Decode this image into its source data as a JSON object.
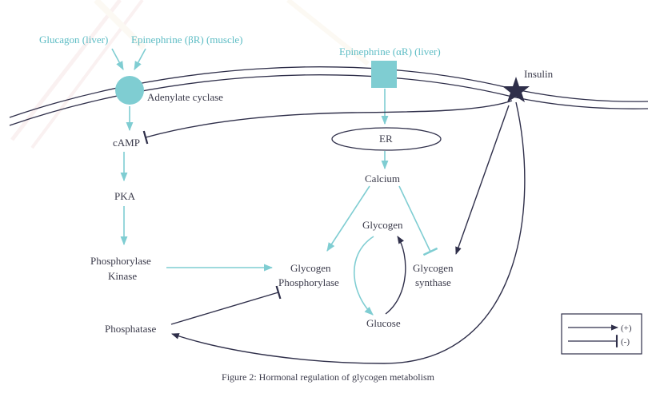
{
  "colors": {
    "teal": "#7fcdd2",
    "dark": "#2f2f4a",
    "text": "#3a3a4a"
  },
  "labels": {
    "glucagon": "Glucagon (liver)",
    "epi_beta": "Epinephrine (βR) (muscle)",
    "epi_alpha": "Epinephrine (αR) (liver)",
    "insulin": "Insulin",
    "adenylate_cyclase": "Adenylate cyclase",
    "camp": "cAMP",
    "pka": "PKA",
    "phk_line1": "Phosphorylase",
    "phk_line2": "Kinase",
    "phosphatase": "Phosphatase",
    "er": "ER",
    "calcium": "Calcium",
    "glycogen": "Glycogen",
    "gp_line1": "Glycogen",
    "gp_line2": "Phosphorylase",
    "gs_line1": "Glycogen",
    "gs_line2": "synthase",
    "glucose": "Glucose"
  },
  "legend": {
    "activate": "(+)",
    "inhibit": "(-)"
  },
  "caption": "Figure 2: Hormonal regulation of glycogen metabolism"
}
